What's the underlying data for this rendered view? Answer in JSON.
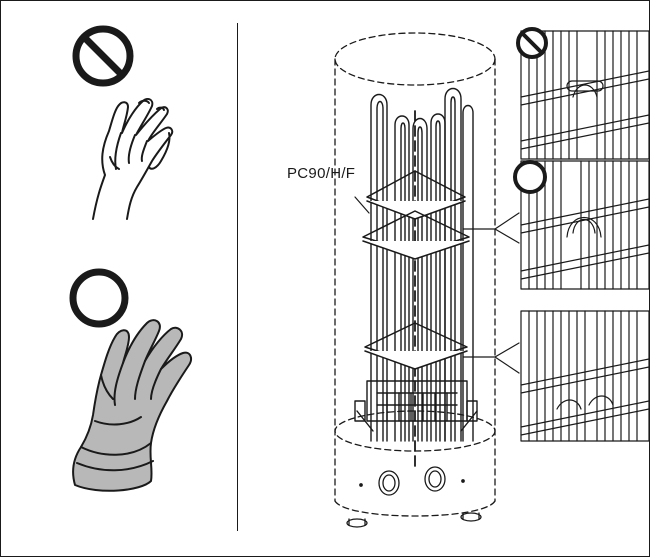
{
  "figure": {
    "model_label": "PC90/H/F",
    "symbols": {
      "prohibited": "prohibited-symbol",
      "correct": "correct-symbol"
    },
    "icons": {
      "bare_hand": "bare-hand-icon",
      "gloved_hand": "gloved-hand-icon"
    },
    "colors": {
      "line": "#1a1a1a",
      "glove_fill": "#b8b8b8",
      "background": "#ffffff"
    }
  }
}
